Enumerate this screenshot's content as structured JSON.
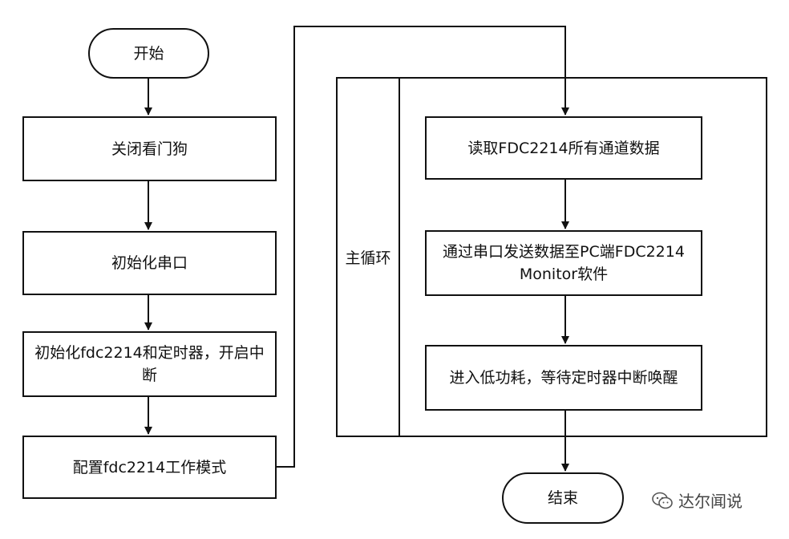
{
  "nodes": {
    "start": "开始",
    "wdt": "关闭看门狗",
    "uart": "初始化串口",
    "init_fdc": "初始化fdc2214和定时器，开启中断",
    "config": "配置fdc2214工作模式",
    "read": "读取FDC2214所有通道数据",
    "send": "通过串口发送数据至PC端FDC2214 Monitor软件",
    "lowpower": "进入低功耗，等待定时器中断唤醒",
    "end": "结束"
  },
  "loop_label": "主循环",
  "watermark": {
    "text": "达尔闻说",
    "icon": "wechat-icon"
  }
}
